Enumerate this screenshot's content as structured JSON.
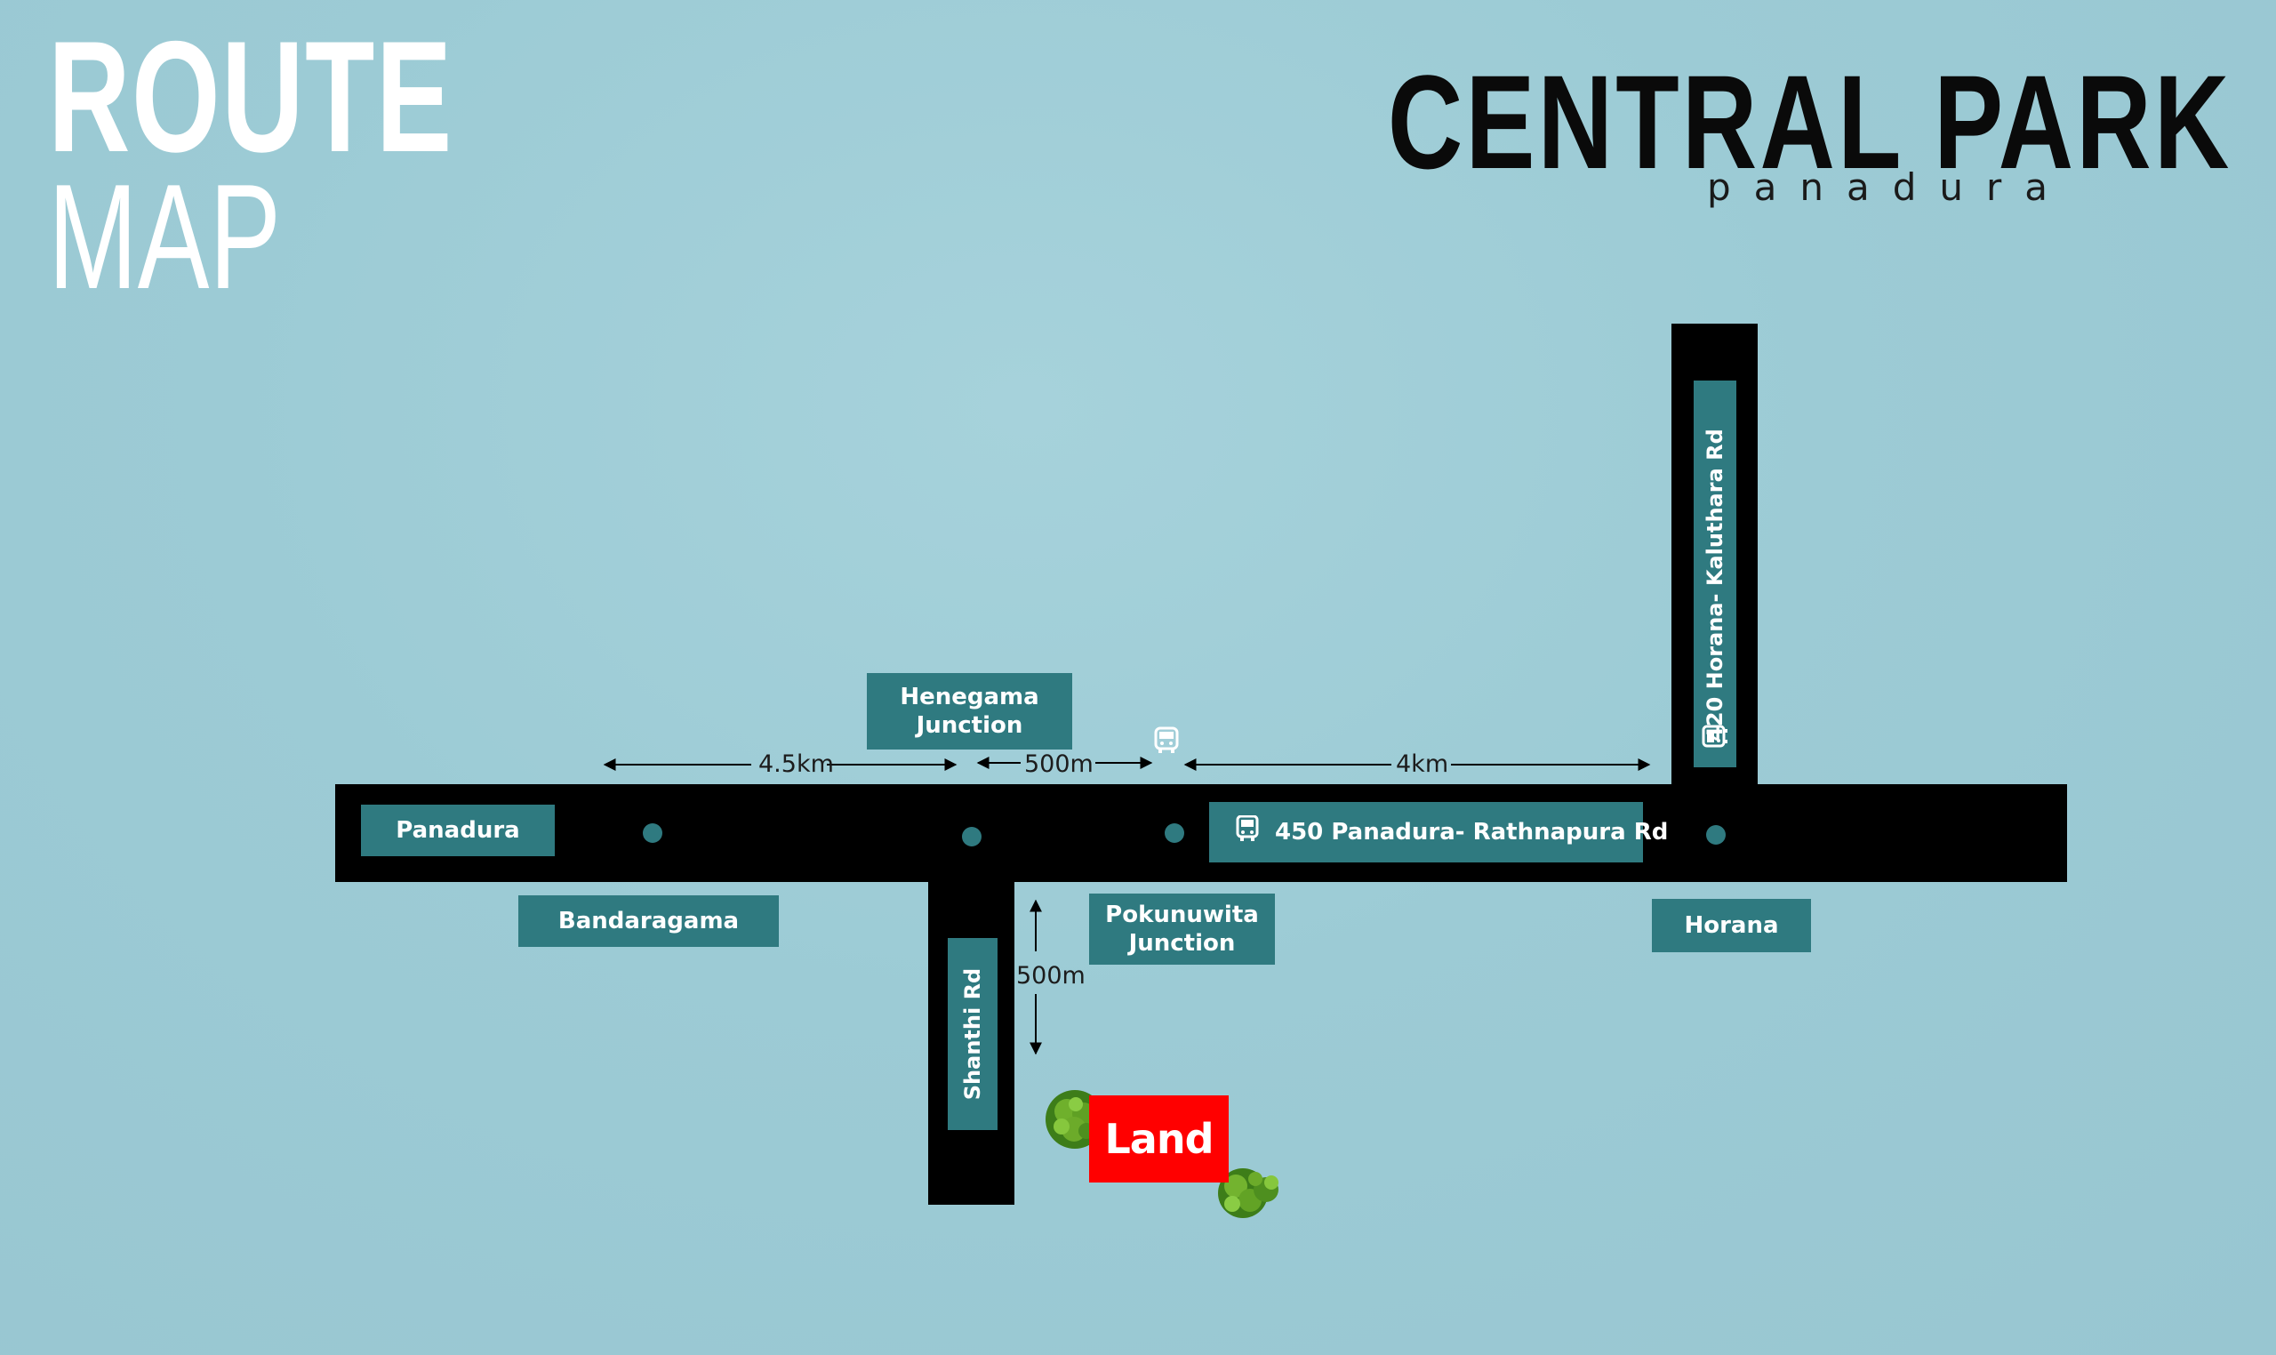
{
  "header": {
    "title_line1": "ROUTE",
    "title_line2": "MAP",
    "brand_name": "CENTRAL PARK",
    "brand_location": "panadura"
  },
  "map": {
    "labels": {
      "panadura": "Panadura",
      "bandaragama": "Bandaragama",
      "henegama_junction": "Henegama Junction",
      "pokunuwita_junction": "Pokunuwita Junction",
      "horana": "Horana",
      "panadura_rathnapura_road": "450 Panadura- Rathnapura Rd",
      "horana_kaluthara_road": "420 Horana- Kaluthara Rd",
      "shanthi_road": "Shanthi Rd",
      "land": "Land"
    },
    "distances": {
      "panadura_bandaragama_to_henegama": "4.5km",
      "henegama_to_bus_stop": "500m",
      "bus_stop_to_horana": "4km",
      "shanthi_rd_to_land": "500m"
    },
    "icons": [
      "bus-icon",
      "tree-icon"
    ],
    "colors": {
      "background": "#9ccbd5",
      "road": "#000000",
      "label": "#2f7a80",
      "land": "#ff0000",
      "title_light": "#ffffff",
      "title_dark": "#0a0a0a"
    }
  }
}
